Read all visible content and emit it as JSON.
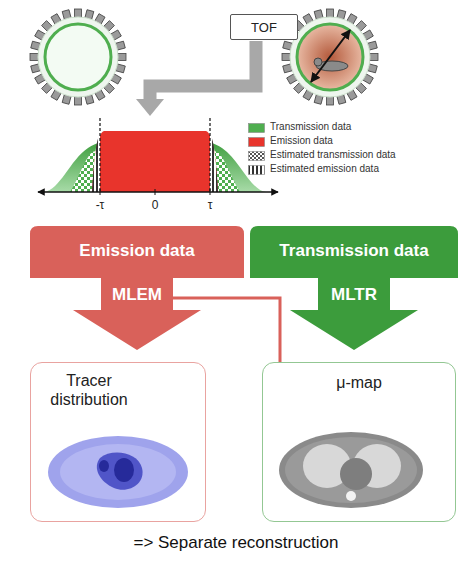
{
  "diagram": {
    "caption": "=> Separate reconstruction",
    "nodes": [
      {
        "text": [
          "TOF"
        ]
      },
      {
        "text": [
          "Emission data",
          "MLEM"
        ]
      },
      {
        "text": [
          "Transmission data",
          "MLTR"
        ]
      },
      {
        "text": [
          "Tracer distribution"
        ]
      },
      {
        "text": [
          "μ-map"
        ]
      }
    ],
    "edges": [
      {
        "from": 1,
        "to": 4,
        "arrow": "none"
      }
    ],
    "labels": [
      "-τ",
      "0",
      "τ"
    ],
    "legend": [
      {
        "text": "Transmission data",
        "color": "#4fae4f"
      },
      {
        "text": "Emission data",
        "color": "#e8342c"
      },
      {
        "text": "Estimated transmission data"
      },
      {
        "text": "Estimated emission data"
      }
    ]
  }
}
